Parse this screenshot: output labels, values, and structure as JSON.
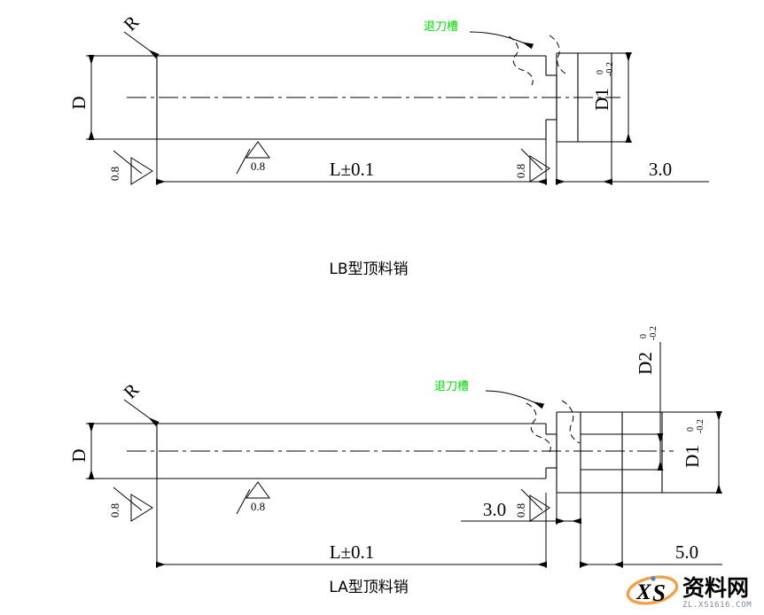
{
  "sheet": {
    "background": "#ffffff",
    "line_color": "#000000",
    "annotation_color": "#00dd00"
  },
  "drawings": [
    {
      "id": "lb-pin",
      "title": "LB型顶料销",
      "annotation": {
        "text": "退刀槽",
        "meaning": "tool relief groove",
        "color": "#00dd00"
      },
      "labels": {
        "radius": "R",
        "body_diameter": "D",
        "head_diameter": "D1",
        "head_diameter_tolerance_upper": "0",
        "head_diameter_tolerance_lower": "-0.2",
        "length": "L±0.1",
        "head_length": "3.0",
        "roughness_chamfer_left": "0.8",
        "roughness_body": "0.8",
        "roughness_shoulder": "0.8"
      }
    },
    {
      "id": "la-pin",
      "title": "LA型顶料销",
      "annotation": {
        "text": "退刀槽",
        "meaning": "tool relief groove",
        "color": "#00dd00"
      },
      "labels": {
        "radius": "R",
        "body_diameter": "D",
        "head_diameter": "D1",
        "head_diameter_tolerance_upper": "0",
        "head_diameter_tolerance_lower": "-0.2",
        "tip_diameter": "D2",
        "tip_diameter_tolerance_upper": "0",
        "tip_diameter_tolerance_lower": "-0.2",
        "length": "L±0.1",
        "shoulder_length": "3.0",
        "head_length": "5.0",
        "roughness_chamfer_left": "0.8",
        "roughness_body": "0.8",
        "roughness_shoulder": "0.8"
      }
    }
  ],
  "watermark": {
    "logo_text": "XS",
    "brand": "资料网",
    "url": "ZL.XS1616.COM",
    "logo_x_color": "#4f7fc4",
    "logo_s_color": "#e8763a",
    "swoosh_color": "#f0a24a",
    "brand_color": "#5b7fa6"
  }
}
